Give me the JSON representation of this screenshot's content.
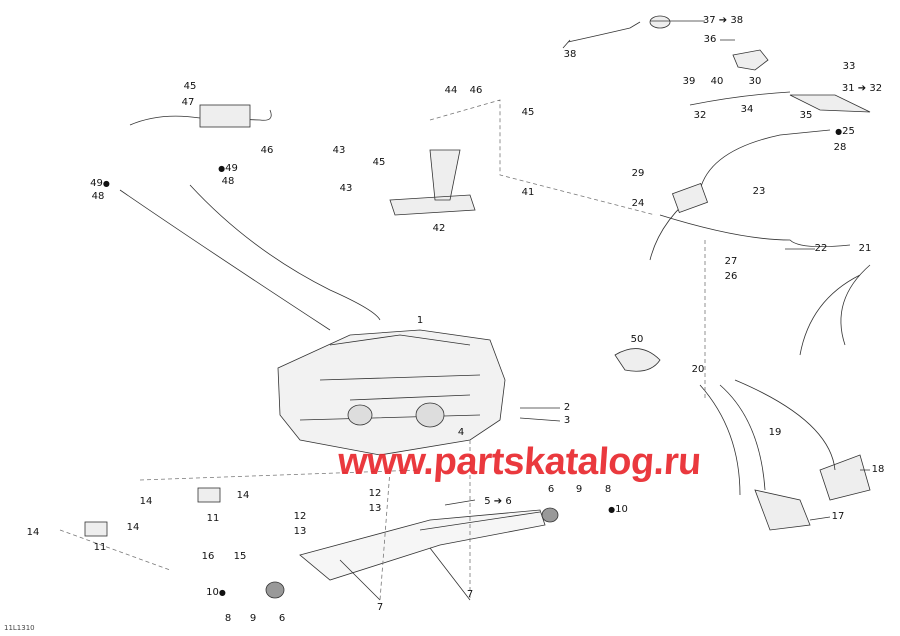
{
  "watermark": "www.partskatalog.ru",
  "drawing_code": "11L1310",
  "accent_color": "#e8242a",
  "callouts": [
    "37 ➔ 38",
    "38",
    "36",
    "39",
    "40",
    "30",
    "33",
    "31 ➔ 32",
    "32",
    "34",
    "35",
    "25",
    "28",
    "45",
    "47",
    "46",
    "49",
    "48",
    "49",
    "48",
    "44",
    "46",
    "45",
    "43",
    "45",
    "43",
    "41",
    "42",
    "29",
    "23",
    "24",
    "22",
    "21",
    "27",
    "26",
    "50",
    "1",
    "20",
    "2",
    "3",
    "4",
    "19",
    "18",
    "17",
    "5 ➔ 6",
    "6",
    "9",
    "8",
    "10",
    "14",
    "14",
    "11",
    "14",
    "14",
    "11",
    "12",
    "13",
    "12",
    "13",
    "16",
    "15",
    "10",
    "8",
    "9",
    "6",
    "7",
    "7"
  ],
  "drop_icon_callouts": [
    "25",
    "49",
    "49",
    "10",
    "10"
  ]
}
